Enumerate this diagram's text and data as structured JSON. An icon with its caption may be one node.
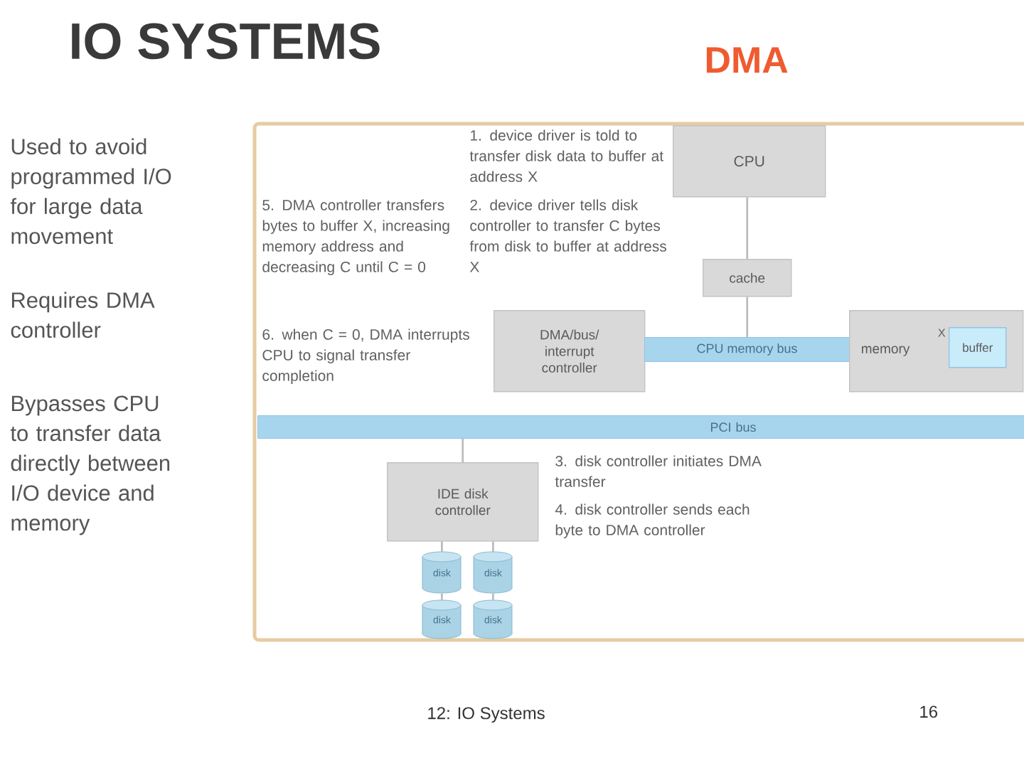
{
  "diagram": {
    "title": "IO SYSTEMS",
    "nodes": [
      {
        "text": [
          "CPU"
        ]
      },
      {
        "text": [
          "cache"
        ]
      },
      {
        "text": [
          "DMA/bus/ interrupt controller"
        ]
      },
      {
        "text": [
          "CPU memory bus"
        ]
      },
      {
        "text": [
          "memory"
        ]
      },
      {
        "text": [
          "buffer"
        ],
        "in": 4,
        "beside": [
          "X"
        ]
      },
      {
        "text": [
          "PCI bus"
        ]
      },
      {
        "text": [
          "IDE disk controller"
        ]
      },
      {
        "text": [
          "disk"
        ]
      },
      {
        "text": [
          "disk"
        ]
      },
      {
        "text": [
          "disk"
        ]
      },
      {
        "text": [
          "disk"
        ]
      }
    ],
    "edges": [
      {
        "from": 0,
        "to": 1,
        "arrow": "none"
      },
      {
        "from": 1,
        "to": 3,
        "arrow": "none"
      },
      {
        "from": 6,
        "to": 7,
        "arrow": "none"
      },
      {
        "from": 7,
        "to": 8,
        "arrow": "none"
      },
      {
        "from": 7,
        "to": 9,
        "arrow": "none"
      },
      {
        "from": 8,
        "to": 10,
        "arrow": "none"
      },
      {
        "from": 9,
        "to": 11,
        "arrow": "none"
      }
    ],
    "labels": [
      "DMA",
      "Used to avoid programmed I/O for large data movement",
      "Requires DMA controller",
      "Bypasses CPU to transfer data directly between I/O device and memory",
      "1. device driver is told to transfer disk data to buffer at address X",
      "2. device driver tells disk controller to transfer C bytes from disk to buffer at address X",
      "5. DMA controller transfers bytes to buffer X, increasing memory address and decreasing C until C = 0",
      "6. when C = 0, DMA interrupts CPU to signal transfer completion",
      "3. disk controller initiates DMA transfer",
      "4. disk controller sends each byte to DMA controller",
      "12: IO Systems",
      "16"
    ]
  }
}
